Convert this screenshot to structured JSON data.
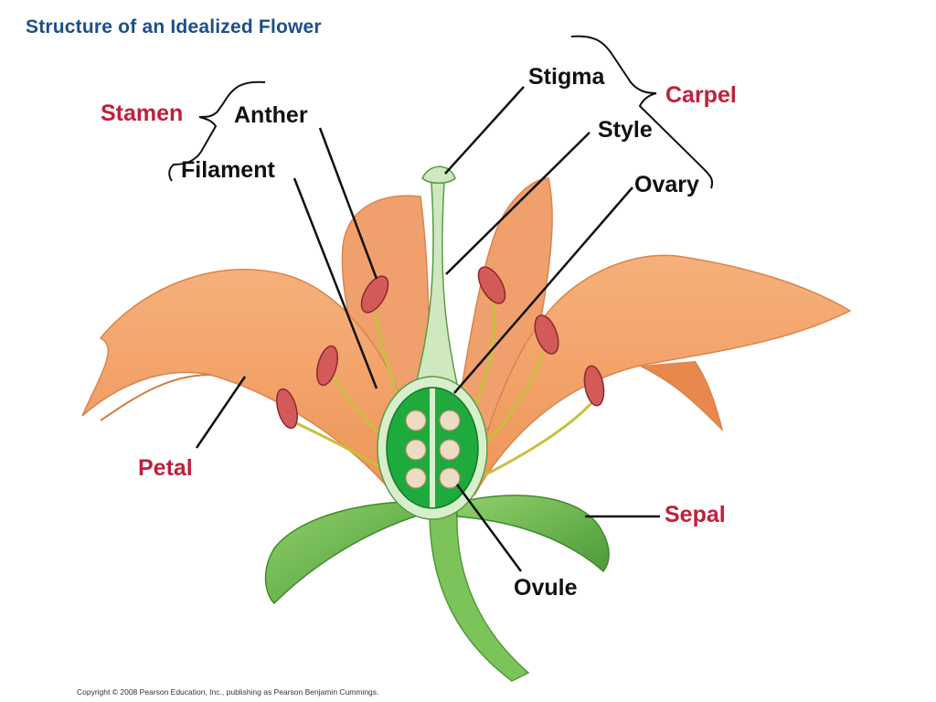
{
  "title": "Structure of an Idealized Flower",
  "copyright": "Copyright © 2008 Pearson Education, Inc., publishing as Pearson Benjamin Cummings.",
  "labels": {
    "stamen": "Stamen",
    "anther": "Anther",
    "filament": "Filament",
    "stigma": "Stigma",
    "style": "Style",
    "ovary": "Ovary",
    "carpel": "Carpel",
    "petal": "Petal",
    "sepal": "Sepal",
    "ovule": "Ovule"
  },
  "colors": {
    "title": "#1a4f8b",
    "group_label": "#c0203a",
    "part_label": "#111111",
    "petal": "#f2a06a",
    "petal_shade": "#e07d40",
    "sepal": "#6ab84a",
    "stem": "#7cc35a",
    "anther": "#d45a5a",
    "filament": "#d8d060",
    "style": "#cfe8c0",
    "ovary": "#1eaa3c",
    "ovule": "#ecdcc4"
  }
}
